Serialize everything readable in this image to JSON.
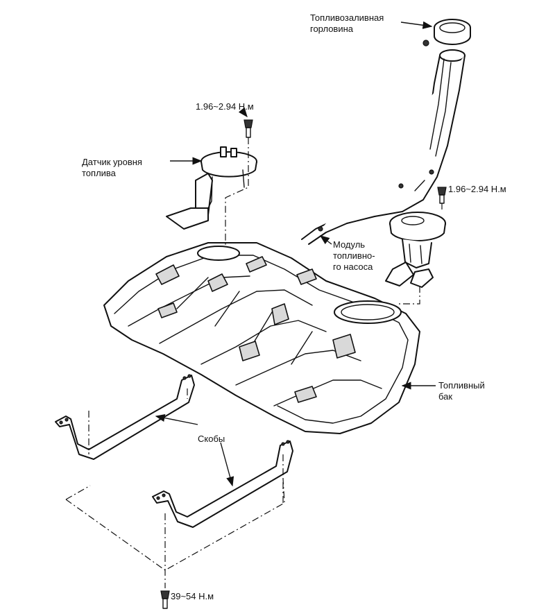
{
  "labels": {
    "filler_neck": [
      "Топливозаливная",
      "горловина"
    ],
    "torque_level_sensor": "1.96~2.94 Н.м",
    "level_sensor": [
      "Датчик уровня",
      "топлива"
    ],
    "torque_pump_module": "1.96~2.94 Н.м",
    "pump_module": [
      "Модуль",
      "топливно-",
      "го насоса"
    ],
    "fuel_tank": [
      "Топливный",
      "бак"
    ],
    "brackets": "Скобы",
    "torque_brackets": "39~54 Н.м"
  }
}
